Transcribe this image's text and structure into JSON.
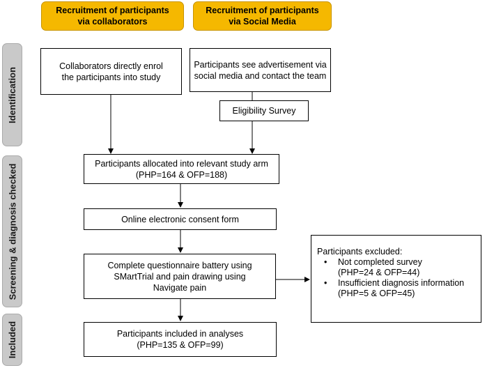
{
  "sources": [
    {
      "line1": "Recruitment of participants",
      "line2": "via collaborators"
    },
    {
      "line1": "Recruitment of participants",
      "line2": "via Social Media"
    }
  ],
  "stages": {
    "identification": "Identification",
    "screening": "Screening & diagnosis checked",
    "included": "Included"
  },
  "boxes": {
    "collaborators": {
      "line1": "Collaborators directly enrol",
      "line2": "the participants into study"
    },
    "social": {
      "line1": "Participants see advertisement via",
      "line2": "social media and contact the team"
    },
    "eligibility": "Eligibility Survey",
    "allocated": {
      "line1": "Participants allocated into relevant study arm",
      "line2": "(PHP=164 & OFP=188)"
    },
    "consent": "Online electronic consent form",
    "questionnaire": {
      "line1": "Complete questionnaire battery using",
      "line2": "SMartTrial and pain drawing using",
      "line3": "Navigate pain"
    },
    "included": {
      "line1": "Participants included in analyses",
      "line2": "(PHP=135 & OFP=99)"
    }
  },
  "excluded": {
    "title": "Participants excluded:",
    "items": [
      {
        "label": "Not completed survey",
        "detail": "(PHP=24 & OFP=44)"
      },
      {
        "label": "Insufficient diagnosis information",
        "detail": "(PHP=5 & OFP=45)"
      }
    ]
  }
}
